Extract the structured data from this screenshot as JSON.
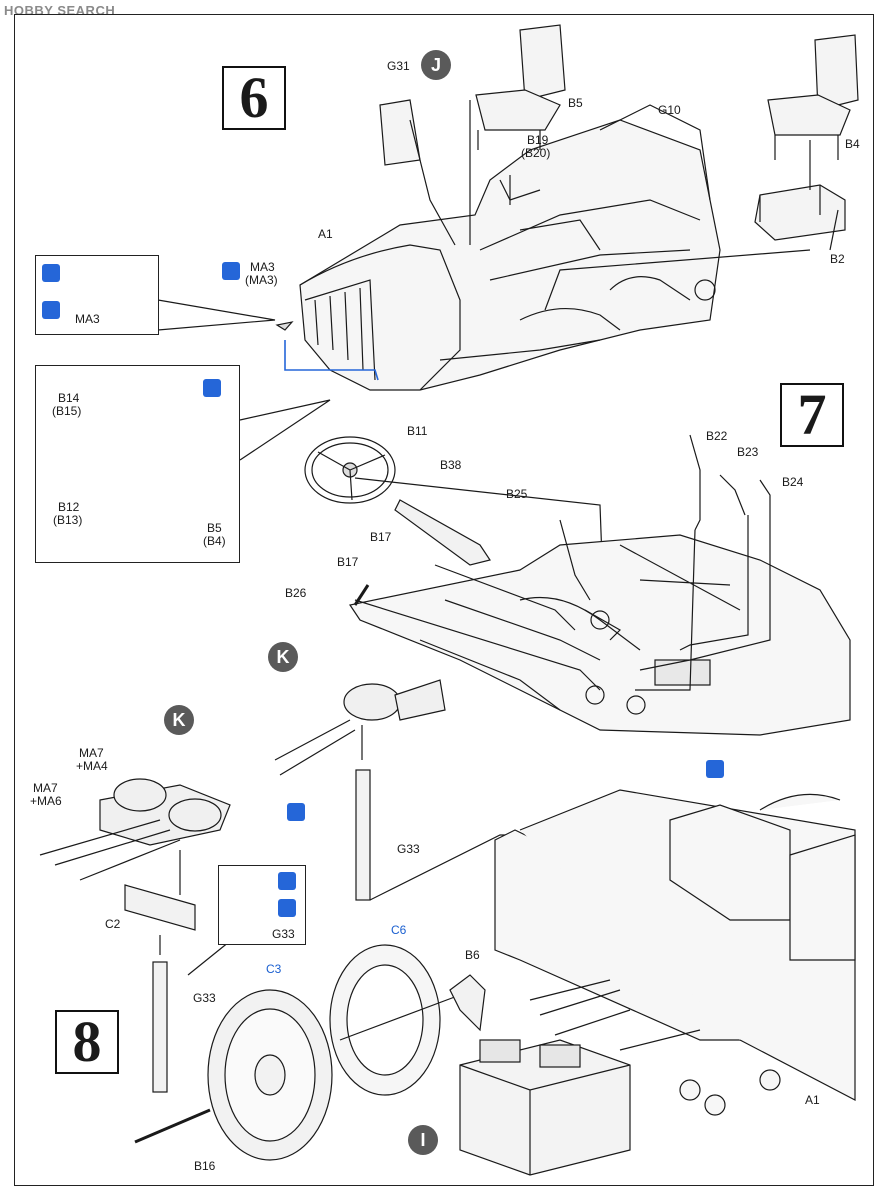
{
  "watermark": "HOBBY SEARCH",
  "steps": [
    "6",
    "7",
    "8"
  ],
  "part_labels": {
    "g31": "G31",
    "b5": "B5",
    "g10": "G10",
    "b19": "B19",
    "b20": "(B20)",
    "b4": "B4",
    "b2": "B2",
    "a1": "A1",
    "ma3": "MA3",
    "ma3p": "(MA3)",
    "ma3_inset": "MA3",
    "b14": "B14",
    "b15": "(B15)",
    "b12": "B12",
    "b13": "(B13)",
    "b5_inset": "B5",
    "b4_inset": "(B4)",
    "b11": "B11",
    "b38": "B38",
    "b22": "B22",
    "b23": "B23",
    "b24": "B24",
    "b25": "B25",
    "b17a": "B17",
    "b17b": "B17",
    "b26": "B26",
    "ma7_a": "MA7",
    "ma4": "+MA4",
    "ma7_b": "MA7",
    "ma6": "+MA6",
    "g33_a": "G33",
    "c2": "C2",
    "g33_inset": "G33",
    "g33_b": "G33",
    "c6": "C6",
    "c3": "C3",
    "b6": "B6",
    "a1_b": "A1",
    "b16": "B16"
  },
  "callouts": {
    "j": "J",
    "k1": "K",
    "k2": "K",
    "i": "I"
  },
  "colors": {
    "line": "#1a1a1a",
    "accent_blue": "#2566d8",
    "label_blue": "#1a5fd0",
    "callout_grey": "#5a5a5a",
    "part_fill": "#f4f4f4"
  }
}
